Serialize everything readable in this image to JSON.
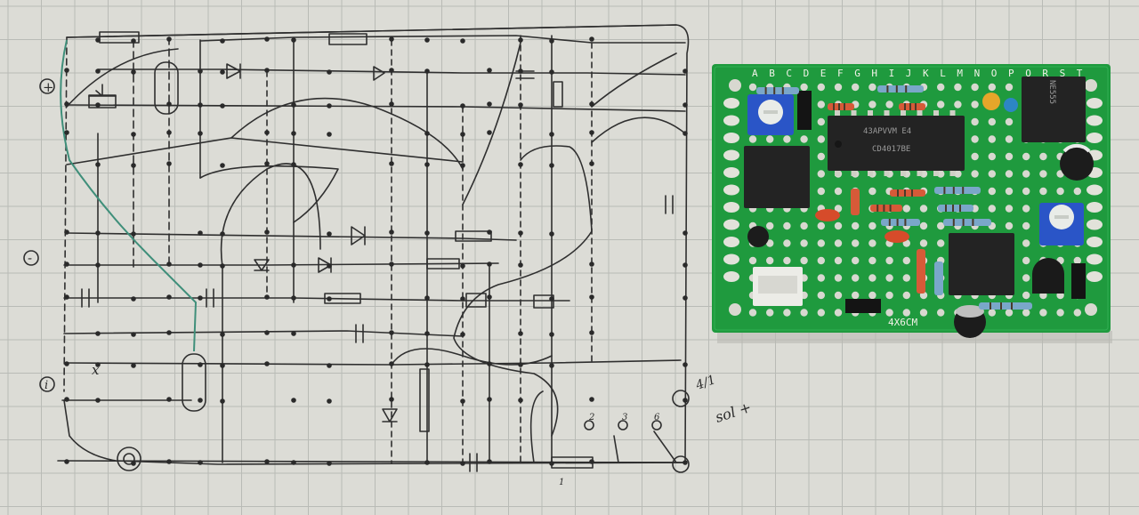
{
  "photo": {
    "sketch_labels": {
      "plus_left": "+",
      "minus_left": "-",
      "pin_i": "i",
      "pin_x": "x",
      "right_note_a": "4/1",
      "right_note_b": "sol +",
      "pin_2": "2",
      "pin_3": "3",
      "pin_6": "6",
      "pin_1": "1"
    },
    "board": {
      "column_letters": [
        "A",
        "B",
        "C",
        "D",
        "E",
        "F",
        "G",
        "H",
        "I",
        "J",
        "K",
        "L",
        "M",
        "N",
        "O",
        "P",
        "Q",
        "R",
        "S",
        "T"
      ],
      "size_label": "4X6CM",
      "main_ic_code": "43APVVM E4",
      "main_ic_part": "CD4017BE"
    },
    "colors": {
      "paper": "#dcdcd6",
      "grid": "#b9bbb6",
      "ink": "#2f2f2f",
      "board_green": "#1f9a3e",
      "pad_silver": "#d8d8d0",
      "ic_black": "#232323"
    }
  }
}
